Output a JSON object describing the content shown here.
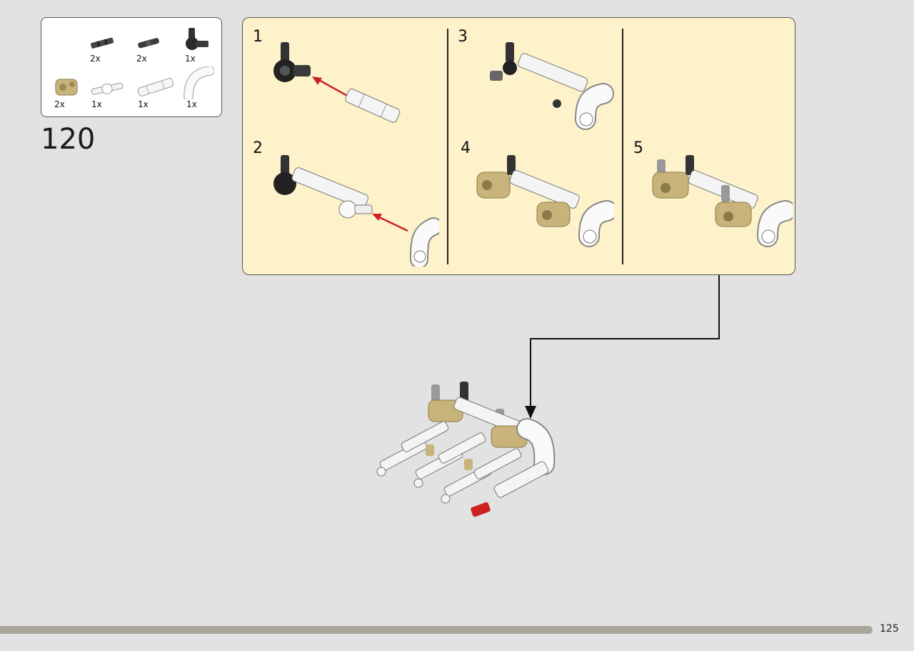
{
  "parts": [
    {
      "icon": "dark-axle-short-icon",
      "qty": "2x"
    },
    {
      "icon": "dark-connector-pin-icon",
      "qty": "2x"
    },
    {
      "icon": "black-angle-connector-icon",
      "qty": "1x"
    },
    {
      "icon": "tan-cross-block-icon",
      "qty": "2x"
    },
    {
      "icon": "white-axle-joiner-icon",
      "qty": "1x"
    },
    {
      "icon": "white-long-tube-icon",
      "qty": "1x"
    },
    {
      "icon": "white-curved-tube-icon",
      "qty": "1x"
    }
  ],
  "step_number": "120",
  "substeps": [
    "1",
    "2",
    "3",
    "4",
    "5"
  ],
  "page_number": "125",
  "colors": {
    "background": "#e2e2e2",
    "panel": "#fdf2c9",
    "arrow": "#cc2222",
    "tan": "#c8b47a",
    "progress": "#aaa59d"
  }
}
